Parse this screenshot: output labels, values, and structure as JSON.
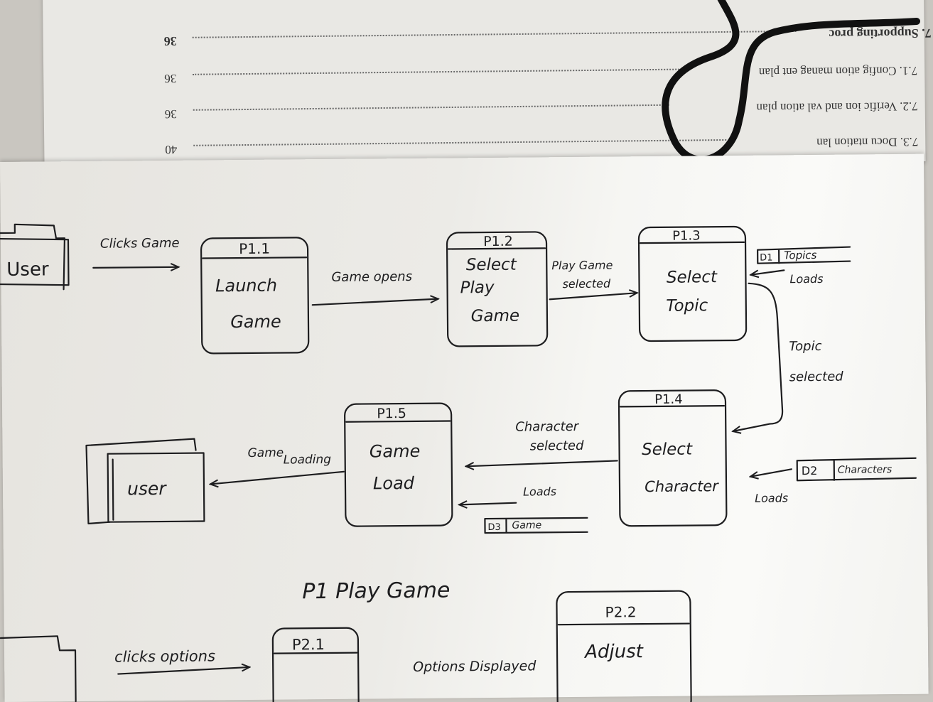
{
  "toc": [
    {
      "label": "7. Supporting proc",
      "page": "36",
      "bold": true
    },
    {
      "label": "7.1. Config ation manag ent plan",
      "page": "36",
      "bold": false
    },
    {
      "label": "7.2. Verific ion and val ation plan",
      "page": "36",
      "bold": false
    },
    {
      "label": "7.3. Docu ntation lan",
      "page": "40",
      "bold": false
    }
  ],
  "diagram": {
    "entity_top": "User",
    "entity_bottom": "user",
    "processes": {
      "p11": {
        "id": "P1.1",
        "name": [
          "Launch",
          "Game"
        ]
      },
      "p12": {
        "id": "P1.2",
        "name": [
          "Select",
          "Play",
          "Game"
        ]
      },
      "p13": {
        "id": "P1.3",
        "name": [
          "Select",
          "Topic"
        ]
      },
      "p14": {
        "id": "P1.4",
        "name": [
          "Select",
          "Character"
        ]
      },
      "p15": {
        "id": "P1.5",
        "name": [
          "Game",
          "Load"
        ]
      },
      "p21": {
        "id": "P2.1"
      },
      "p22": {
        "id": "P2.2",
        "name": "Adjust"
      }
    },
    "stores": {
      "d1": {
        "id": "D1",
        "name": "Topics"
      },
      "d2": {
        "id": "D2",
        "name": "Characters"
      },
      "d3": {
        "id": "D3",
        "name": "Game"
      }
    },
    "flows": {
      "clicks_game": "Clicks Game",
      "game_opens": "Game opens",
      "play_game_selected": [
        "Play Game",
        "selected"
      ],
      "topic_selected": [
        "Topic",
        "selected"
      ],
      "character_selected": [
        "Character",
        "selected"
      ],
      "game_loading": [
        "Game",
        "Loading"
      ],
      "loads_d1": "Loads",
      "loads_d2": "Loads",
      "loads_d3": "Loads",
      "clicks_options": "clicks options",
      "options_displayed": "Options Displayed"
    },
    "caption": "P1 Play Game"
  }
}
